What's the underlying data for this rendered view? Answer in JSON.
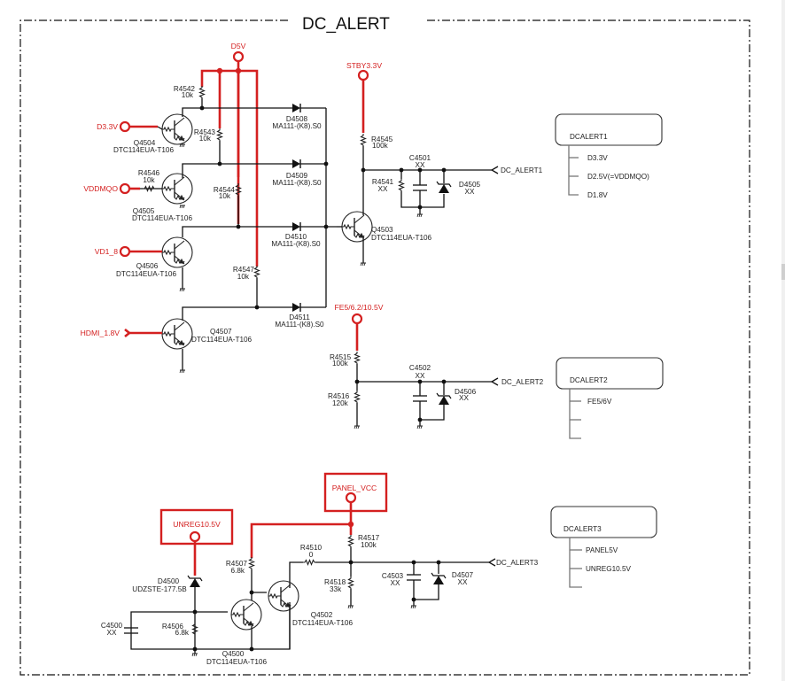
{
  "title": "DC_ALERT",
  "colors": {
    "power_net": "#d42020",
    "wire": "#111111"
  },
  "power_terminals": {
    "d5v": "D5V",
    "stby33": "STBY3.3V",
    "fe5": "FE5/6.2/10.5V",
    "panel_vcc": "PANEL_VCC",
    "unreg": "UNREG10.5V"
  },
  "inputs": {
    "d33": "D3.3V",
    "vddmqo": "VDDMQO",
    "vd18": "VD1_8",
    "hdmi": "HDMI_1.8V"
  },
  "transistors": {
    "q4504": {
      "ref": "Q4504",
      "part": "DTC114EUA-T106"
    },
    "q4505": {
      "ref": "Q4505",
      "part": "DTC114EUA-T106"
    },
    "q4506": {
      "ref": "Q4506",
      "part": "DTC114EUA-T106"
    },
    "q4507": {
      "ref": "Q4507",
      "part": "DTC114EUA-T106"
    },
    "q4503": {
      "ref": "Q4503",
      "part": "DTC114EUA-T106"
    },
    "q4502": {
      "ref": "Q4502",
      "part": "DTC114EUA-T106"
    },
    "q4500": {
      "ref": "Q4500",
      "part": "DTC114EUA-T106"
    }
  },
  "resistors": {
    "r4542": {
      "ref": "R4542",
      "value": "10k"
    },
    "r4543": {
      "ref": "R4543",
      "value": "10k"
    },
    "r4544": {
      "ref": "R4544",
      "value": "10k"
    },
    "r4547": {
      "ref": "R4547",
      "value": "10k"
    },
    "r4546": {
      "ref": "R4546",
      "value": "10k"
    },
    "r4545": {
      "ref": "R4545",
      "value": "100k"
    },
    "r4541": {
      "ref": "R4541",
      "value": "XX"
    },
    "r4515": {
      "ref": "R4515",
      "value": "100k"
    },
    "r4516": {
      "ref": "R4516",
      "value": "120k"
    },
    "r4517": {
      "ref": "R4517",
      "value": "100k"
    },
    "r4518": {
      "ref": "R4518",
      "value": "33k"
    },
    "r4510": {
      "ref": "R4510",
      "value": "0"
    },
    "r4507": {
      "ref": "R4507",
      "value": "6.8k"
    },
    "r4506": {
      "ref": "R4506",
      "value": "6.8k"
    }
  },
  "diodes": {
    "d4508": {
      "ref": "D4508",
      "part": "MA111-(K8).S0"
    },
    "d4509": {
      "ref": "D4509",
      "part": "MA111-(K8).S0"
    },
    "d4510": {
      "ref": "D4510",
      "part": "MA111-(K8).S0"
    },
    "d4511": {
      "ref": "D4511",
      "part": "MA111-(K8).S0"
    },
    "d4505": {
      "ref": "D4505",
      "part": "XX"
    },
    "d4506": {
      "ref": "D4506",
      "part": "XX"
    },
    "d4507": {
      "ref": "D4507",
      "part": "XX"
    },
    "d4500": {
      "ref": "D4500",
      "part": "UDZSTE-177.5B"
    }
  },
  "capacitors": {
    "c4501": {
      "ref": "C4501",
      "value": "XX"
    },
    "c4502": {
      "ref": "C4502",
      "value": "XX"
    },
    "c4503": {
      "ref": "C4503",
      "value": "XX"
    },
    "c4500": {
      "ref": "C4500",
      "value": "XX"
    }
  },
  "outputs": {
    "alert1": "DC_ALERT1",
    "alert2": "DC_ALERT2",
    "alert3": "DC_ALERT3"
  },
  "legend_boxes": [
    {
      "title": "DCALERT1",
      "items": [
        "D3.3V",
        "D2.5V(=VDDMQO)",
        "D1.8V"
      ]
    },
    {
      "title": "DCALERT2",
      "items": [
        "FE5/6V",
        "",
        ""
      ]
    },
    {
      "title": "DCALERT3",
      "items": [
        "PANEL5V",
        "UNREG10.5V",
        ""
      ]
    }
  ]
}
